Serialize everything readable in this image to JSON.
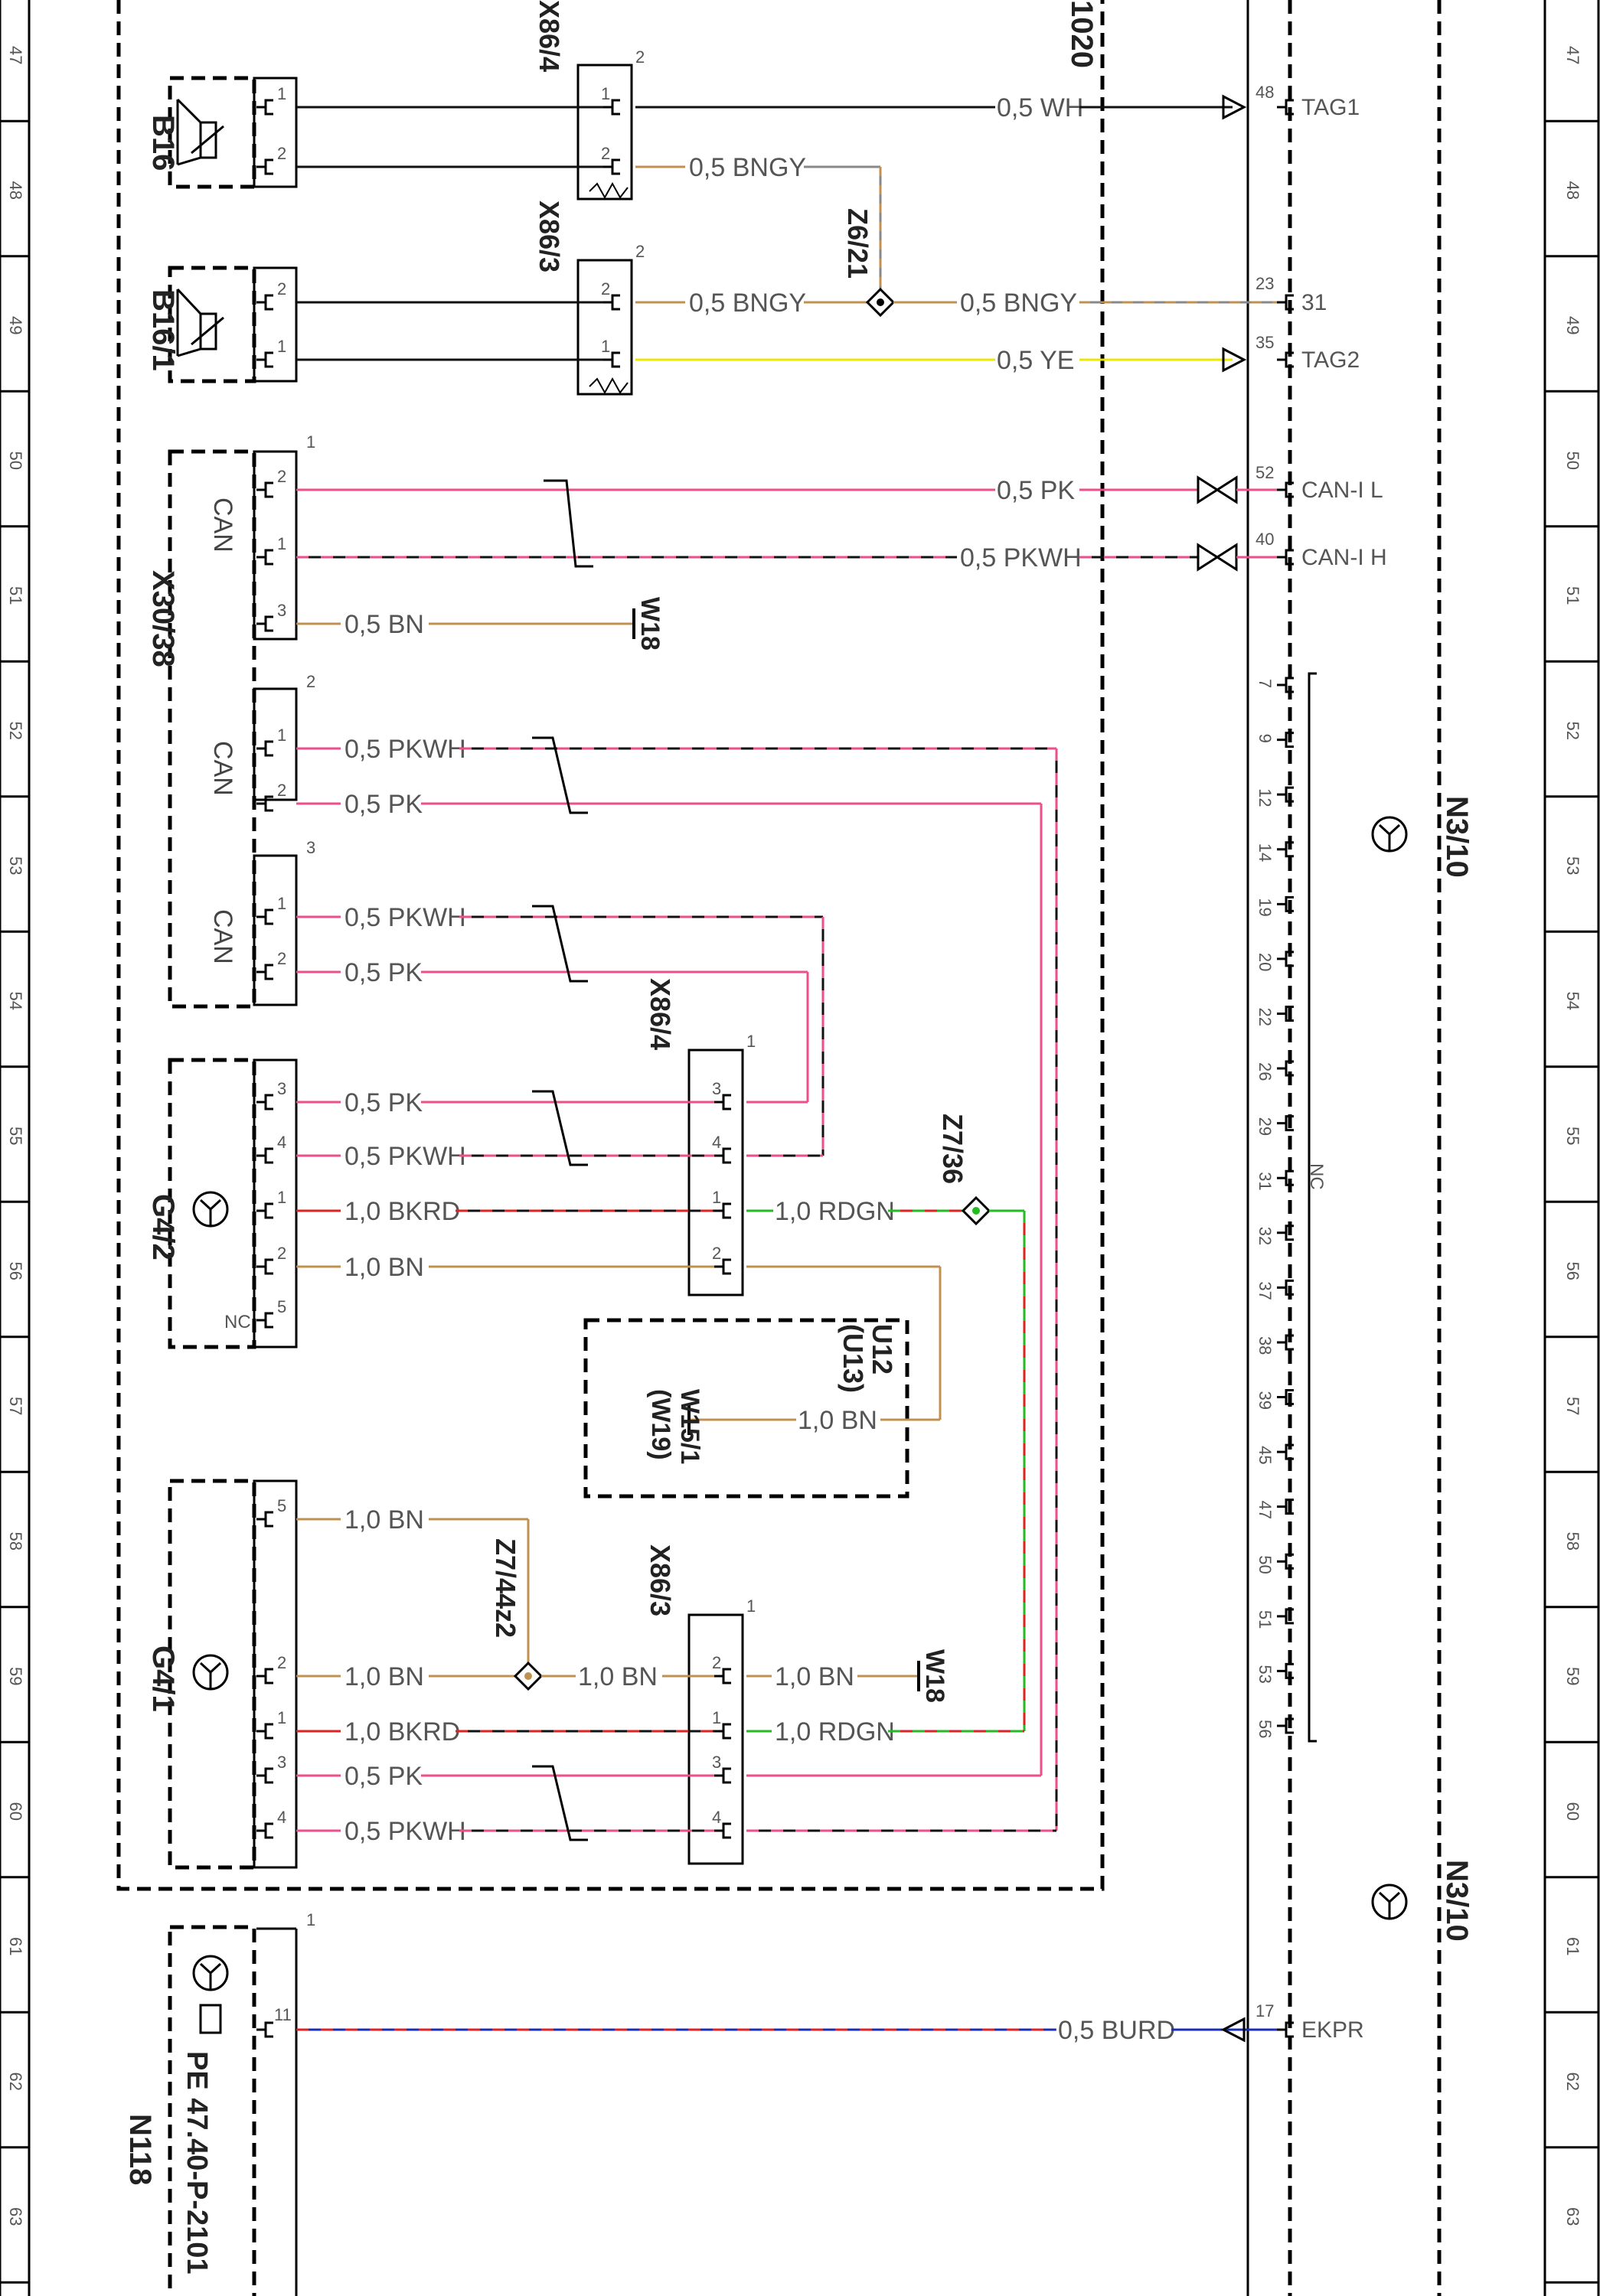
{
  "colors": {
    "black": "#111111",
    "pink": "#ee4e8a",
    "brown": "#c09050",
    "yellow": "#e8e800",
    "green": "#22bb22",
    "red": "#dd2222",
    "blue": "#1a2db3",
    "grey": "#888888"
  },
  "rows": [
    "47",
    "48",
    "49",
    "50",
    "51",
    "52",
    "53",
    "54",
    "55",
    "56",
    "57",
    "58",
    "59",
    "60",
    "61",
    "62",
    "63"
  ],
  "components": {
    "b16": "B16",
    "b16_1": "B16/1",
    "x30_38": "X30/38",
    "g4_2": "G4/2",
    "g4_1": "G4/1",
    "n118": "N118",
    "n3_10_a": "N3/10",
    "n3_10_b": "N3/10",
    "x86_4_top": "X86/4",
    "x86_3_top": "X86/3",
    "x86_4_mid": "X86/4",
    "x86_3_bot": "X86/3",
    "z6_21": "Z6/21",
    "z7_36": "Z7/36",
    "z7_44z2": "Z7/44z2",
    "u12": "U12",
    "u13": "(U13)",
    "w15_1": "W15/1",
    "w19": "(W19)",
    "w18_a": "W18",
    "w18_b": "W18",
    "partial_ref": "1020",
    "pe_ref": "PE 47.40-P-2101"
  },
  "can_labels": [
    "CAN",
    "CAN",
    "CAN"
  ],
  "nc_labels": {
    "g4_2": "NC",
    "n3_10": "NC"
  },
  "wires": {
    "w_wh": "0,5 WH",
    "w_bngy1": "0,5 BNGY",
    "w_bngy2": "0,5 BNGY",
    "w_bngy3": "0,5 BNGY",
    "w_ye": "0,5 YE",
    "w_pk_can_l": "0,5 PK",
    "w_pkwh_can_h": "0,5 PKWH",
    "w_bn_x30": "0,5 BN",
    "w_pkwh_c2": "0,5 PKWH",
    "w_pk_c2": "0,5 PK",
    "w_pkwh_c3": "0,5 PKWH",
    "w_pk_c3": "0,5 PK",
    "w_pk_g42": "0,5 PK",
    "w_pkwh_g42": "0,5 PKWH",
    "w_bkrd_g42": "1,0 BKRD",
    "w_bn_g42": "1,0 BN",
    "w_rdgn_z736": "1,0 RDGN",
    "w_bn_u12": "1,0 BN",
    "w_bn_g41_5": "1,0 BN",
    "w_bn_g41_2": "1,0 BN",
    "w_bn_z744": "1,0 BN",
    "w_bn_w18": "1,0 BN",
    "w_bkrd_g41": "1,0 BKRD",
    "w_rdgn_g41": "1,0 RDGN",
    "w_pk_g41": "0,5 PK",
    "w_pkwh_g41": "0,5 PKWH",
    "w_burd": "0,5 BURD"
  },
  "n3_tags": {
    "tag1": "TAG1",
    "gnd": "31",
    "tag2": "TAG2",
    "can_l": "CAN-I L",
    "can_h": "CAN-I H",
    "ekpr": "EKPR"
  },
  "n3_pins": {
    "p48": "48",
    "p23": "23",
    "p35": "35",
    "p52": "52",
    "p40": "40",
    "p17": "17"
  },
  "nc_pins": [
    "7",
    "9",
    "12",
    "14",
    "19",
    "20",
    "22",
    "26",
    "29",
    "31",
    "32",
    "37",
    "38",
    "39",
    "45",
    "47",
    "50",
    "51",
    "53",
    "56"
  ],
  "pins": {
    "b16_1": "1",
    "b16_2": "2",
    "x864t_1": "1",
    "x864t_2": "2",
    "x864t_n": "2",
    "b161_2": "2",
    "b161_1": "1",
    "x863t_2": "2",
    "x863t_1": "1",
    "x863t_n": "2",
    "x30_c1": "1",
    "x30_2": "2",
    "x30_1": "1",
    "x30_3": "3",
    "x30_c2": "2",
    "x30b_1": "1",
    "x30b_2": "2",
    "x30_c3": "3",
    "x30c_1": "1",
    "x30c_2": "2",
    "g42_3": "3",
    "g42_4": "4",
    "g42_1": "1",
    "g42_2": "2",
    "g42_5": "5",
    "x864m_n": "1",
    "x864m_3": "3",
    "x864m_4": "4",
    "x864m_1": "1",
    "x864m_2": "2",
    "g41_5": "5",
    "g41_2": "2",
    "g41_1": "1",
    "g41_3": "3",
    "g41_4": "4",
    "x863b_n": "1",
    "x863b_2": "2",
    "x863b_1": "1",
    "x863b_3": "3",
    "x863b_4": "4",
    "n118_n": "1",
    "n118_11": "11"
  }
}
